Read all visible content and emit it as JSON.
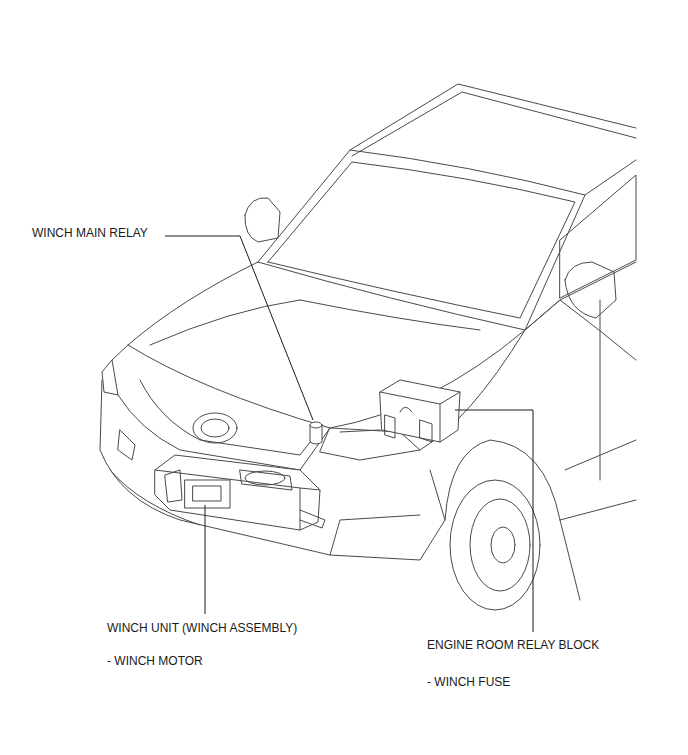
{
  "diagram": {
    "labels": [
      "WINCH MAIN RELAY",
      "WINCH UNIT (WINCH ASSEMBLY)",
      "- WINCH MOTOR",
      "ENGINE ROOM RELAY BLOCK",
      "- WINCH FUSE"
    ]
  }
}
